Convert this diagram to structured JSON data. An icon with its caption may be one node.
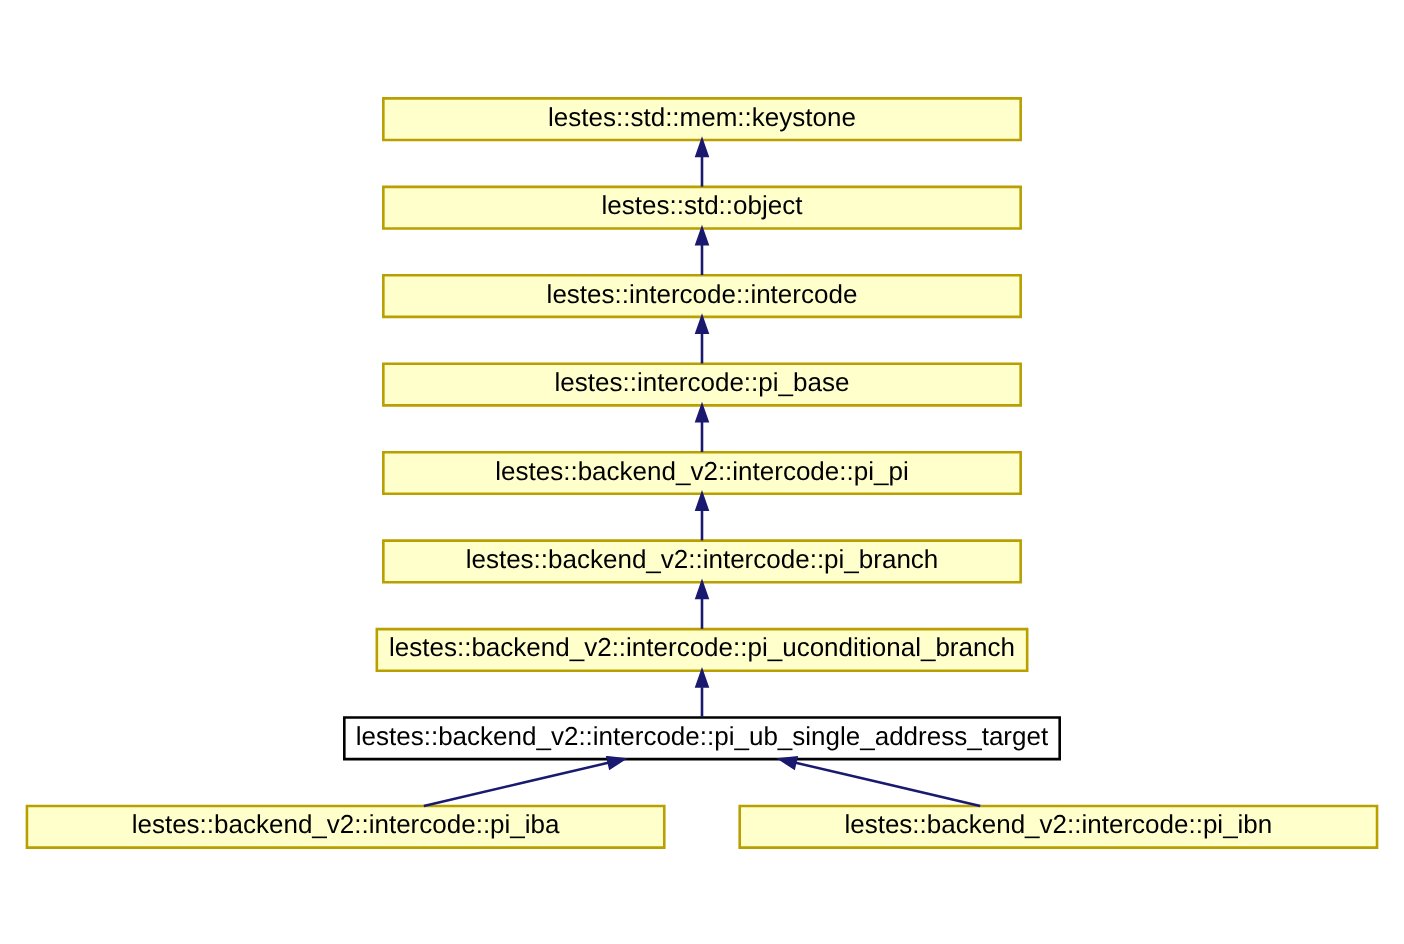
{
  "diagram": {
    "nodes": [
      {
        "text": [
          "lestes::std::mem::keystone"
        ]
      },
      {
        "text": [
          "lestes::std::object"
        ]
      },
      {
        "text": [
          "lestes::intercode::intercode"
        ]
      },
      {
        "text": [
          "lestes::intercode::pi_base"
        ]
      },
      {
        "text": [
          "lestes::backend_v2::intercode::pi_pi"
        ]
      },
      {
        "text": [
          "lestes::backend_v2::intercode::pi_branch"
        ]
      },
      {
        "text": [
          "lestes::backend_v2::intercode::pi_uconditional_branch"
        ]
      },
      {
        "text": [
          "lestes::backend_v2::intercode::pi_ub_single_address_target"
        ]
      },
      {
        "text": [
          "lestes::backend_v2::intercode::pi_iba"
        ]
      },
      {
        "text": [
          "lestes::backend_v2::intercode::pi_ibn"
        ]
      }
    ],
    "edges": [
      {
        "from": 1,
        "to": 0,
        "arrow": "to"
      },
      {
        "from": 2,
        "to": 1,
        "arrow": "to"
      },
      {
        "from": 3,
        "to": 2,
        "arrow": "to"
      },
      {
        "from": 4,
        "to": 3,
        "arrow": "to"
      },
      {
        "from": 5,
        "to": 4,
        "arrow": "to"
      },
      {
        "from": 6,
        "to": 5,
        "arrow": "to"
      },
      {
        "from": 7,
        "to": 6,
        "arrow": "to"
      },
      {
        "from": 8,
        "to": 7,
        "arrow": "to"
      },
      {
        "from": 9,
        "to": 7,
        "arrow": "to"
      }
    ]
  }
}
